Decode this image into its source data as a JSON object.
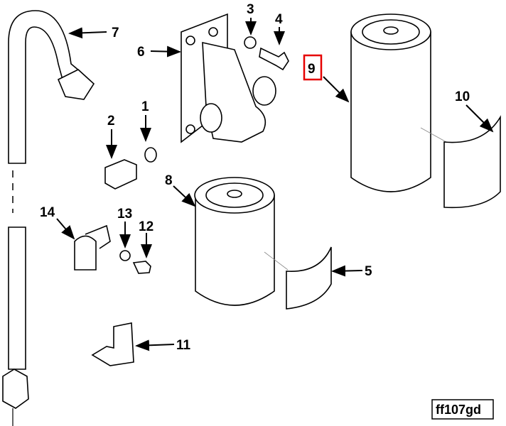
{
  "callouts": {
    "c1": "1",
    "c2": "2",
    "c3": "3",
    "c4": "4",
    "c5": "5",
    "c6": "6",
    "c7": "7",
    "c8": "8",
    "c9": "9",
    "c10": "10",
    "c11": "11",
    "c12": "12",
    "c13": "13",
    "c14": "14"
  },
  "highlight_color": "#e60000",
  "figure_id": "ff107gd"
}
